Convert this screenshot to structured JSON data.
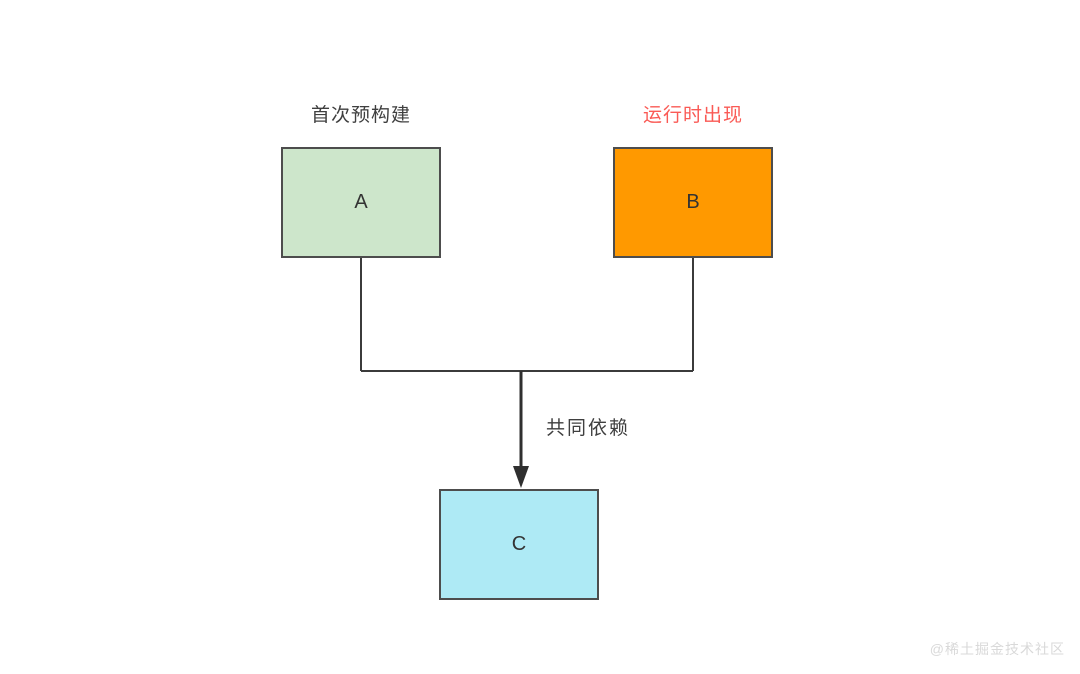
{
  "diagram": {
    "title_implied": "",
    "nodes": [
      {
        "id": "A",
        "label": "A",
        "caption": "首次预构建",
        "fill": "#cde6cb",
        "caption_color": "#3f3f3f"
      },
      {
        "id": "B",
        "label": "B",
        "caption": "运行时出现",
        "fill": "#ff9900",
        "caption_color": "#fa5a55"
      },
      {
        "id": "C",
        "label": "C",
        "caption": "",
        "fill": "#aeeaf5",
        "caption_color": "#3f3f3f"
      }
    ],
    "edges": [
      {
        "from": "A",
        "to": "C",
        "label": ""
      },
      {
        "from": "B",
        "to": "C",
        "label": ""
      }
    ],
    "edge_label": "共同依赖",
    "colors": {
      "border": "#4d4d4d",
      "line": "#3b3b3b",
      "arrow": "#2f2f2f",
      "text": "#3f3f3f",
      "caption_b_red": "#fa5a55",
      "watermark": "#d9d9d9",
      "background": "#ffffff"
    }
  },
  "watermark": {
    "text": "@稀土掘金技术社区"
  }
}
